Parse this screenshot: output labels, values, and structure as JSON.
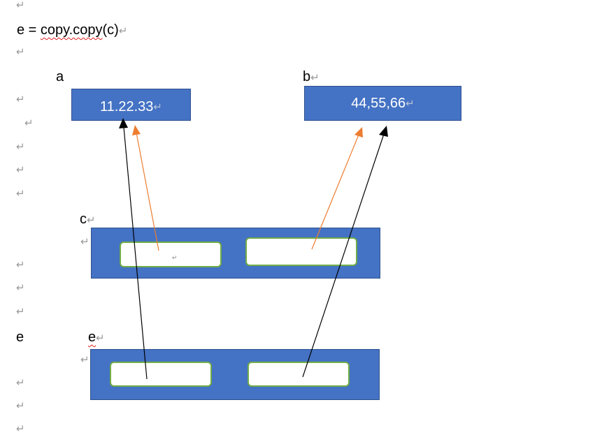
{
  "document": {
    "paragraph_mark": "↵",
    "code_line": {
      "var": "e",
      "op": " = ",
      "fn": "copy.copy",
      "args": "(c)"
    },
    "labels": {
      "a": "a",
      "b": "b",
      "c": "c",
      "e_margin": "e",
      "e_box": "e"
    },
    "box_a_value": "11.22.33",
    "box_b_value": "44,55,66",
    "slot_c1_mark": "↵"
  },
  "colors": {
    "box_fill": "#4472c4",
    "box_border": "#2f528f",
    "slot_border": "#70ad47",
    "arrow_black": "#000000",
    "arrow_orange": "#ed7d31",
    "spellcheck": "#e02020"
  }
}
